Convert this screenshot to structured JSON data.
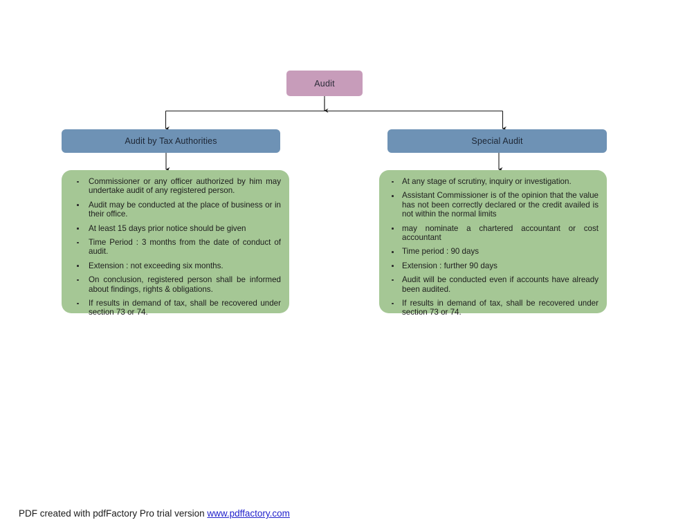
{
  "diagram": {
    "root": {
      "label": "Audit"
    },
    "branches": [
      {
        "header": "Audit by Tax Authorities",
        "points": [
          "Commissioner or any officer authorized by him may undertake audit of any registered person.",
          "Audit may be conducted at the place of business or in their office.",
          "At least 15 days prior notice should be given",
          "Time Period : 3 months from the date of conduct of audit.",
          "Extension : not exceeding six months.",
          "On conclusion, registered person shall be informed about findings, rights & obligations.",
          "If results in demand of tax, shall be recovered under section 73 or 74."
        ]
      },
      {
        "header": "Special Audit",
        "points": [
          "At any stage of scrutiny, inquiry or investigation.",
          "Assistant Commissioner is of the opinion that the value has not been correctly declared or the credit availed is not within the normal limits",
          "may nominate a chartered accountant or cost accountant",
          "Time period : 90 days",
          "Extension :  further 90 days",
          "Audit will be conducted even  if accounts have already been audited.",
          "If results in demand of tax, shall be recovered under section 73 or 74."
        ]
      }
    ]
  },
  "colors": {
    "root_fill": "#c79cba",
    "header_fill": "#6e92b5",
    "panel_fill": "#a5c795",
    "connector": "#1a1a1a",
    "link": "#2222cc"
  },
  "footer": {
    "text": "PDF created with pdfFactory Pro trial version ",
    "link": "www.pdffactory.com"
  }
}
